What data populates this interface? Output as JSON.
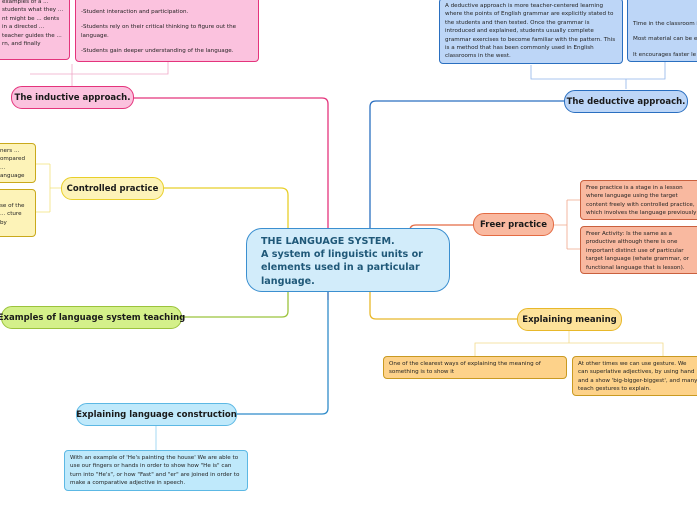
{
  "central": {
    "title": "THE LANGUAGE SYSTEM.",
    "subtitle": "A system of linguistic units or elements used in a particular language."
  },
  "topics": {
    "inductive": {
      "label": "The inductive approach.",
      "left_note": "examples of a ... students what they ... nt might be ... dents in a directed ... teacher guides the ... rn, and finally",
      "notes": [
        "-Student interaction and participation.",
        "-Students rely on their critical thinking to figure out the language.",
        "-Students gain deeper understanding of the language."
      ]
    },
    "controlled": {
      "label": "Controlled practice",
      "note1": "ners ... ompared ... anguage",
      "note2": "se of the ... cture by"
    },
    "examples": {
      "label": "Examples of language system teaching"
    },
    "construction": {
      "label": "Explaining language construction",
      "note": "With an example of 'He's painting the house' We are able to use our fingers or hands in order to show how \"He is\" can turn into \"He's\", or how \"Fast\" and \"er\" are joined in order to make a comparative adjective in speech."
    },
    "deductive": {
      "label": "The deductive approach.",
      "note": "A deductive approach is more teacher-centered learning where the points of English grammar are explicitly stated to the students and then tested. Once the grammar is introduced and explained, students usually complete grammar exercises to become familiar with the pattern. This is a method that has been commonly used in English classrooms in the west.",
      "right_notes": [
        "Time in the classroom i",
        "Most material can be e",
        "It encourages faster le"
      ]
    },
    "freer": {
      "label": "Freer practice",
      "note1": "Free practice is a stage in a lesson where language using the target content freely with controlled practice, which involves the language previously focussed on in a",
      "note2": "Freer Activity: Is the same as a productive although there is one important distinct use of particular target language (whate grammar, or functional language that is lesson)."
    },
    "meaning": {
      "label": "Explaining meaning",
      "note1": "One of the clearest ways of explaining the meaning of something is to show it",
      "note2": "At other times we can use gesture. We can superlative adjectives, by using hand and a show 'big-bigger-biggest', and many teach gestures to explain."
    }
  }
}
